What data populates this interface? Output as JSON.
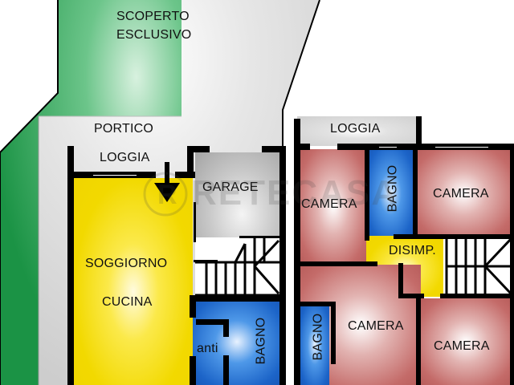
{
  "plan": {
    "watermark": "RETECASA",
    "colors": {
      "garden": "#1f9a49",
      "common_area": "#d2d2d2",
      "living": "#f2d900",
      "garage": "#b5b5b5",
      "bathroom": "#1c64c8",
      "bedroom": "#c46b69",
      "walls": "#000000"
    },
    "ground_floor": {
      "rooms": [
        {
          "id": "scoperto",
          "label_line1": "SCOPERTO",
          "label_line2": "ESCLUSIVO"
        },
        {
          "id": "portico",
          "label": "PORTICO"
        },
        {
          "id": "loggia",
          "label": "LOGGIA"
        },
        {
          "id": "garage",
          "label": "GARAGE"
        },
        {
          "id": "soggiorno",
          "label_line1": "SOGGIORNO",
          "label_line2": "CUCINA"
        },
        {
          "id": "anti",
          "label": "anti"
        },
        {
          "id": "bagno",
          "label": "BAGNO"
        }
      ],
      "entrance_arrow": "arrow-down"
    },
    "first_floor": {
      "rooms": [
        {
          "id": "loggia",
          "label": "LOGGIA"
        },
        {
          "id": "camera-1",
          "label": "CAMERA"
        },
        {
          "id": "bagno-1",
          "label": "BAGNO"
        },
        {
          "id": "camera-2",
          "label": "CAMERA"
        },
        {
          "id": "disimpegno",
          "label": "DISIMP."
        },
        {
          "id": "bagno-2",
          "label": "BAGNO"
        },
        {
          "id": "camera-3",
          "label": "CAMERA"
        },
        {
          "id": "camera-4",
          "label": "CAMERA"
        }
      ]
    }
  }
}
